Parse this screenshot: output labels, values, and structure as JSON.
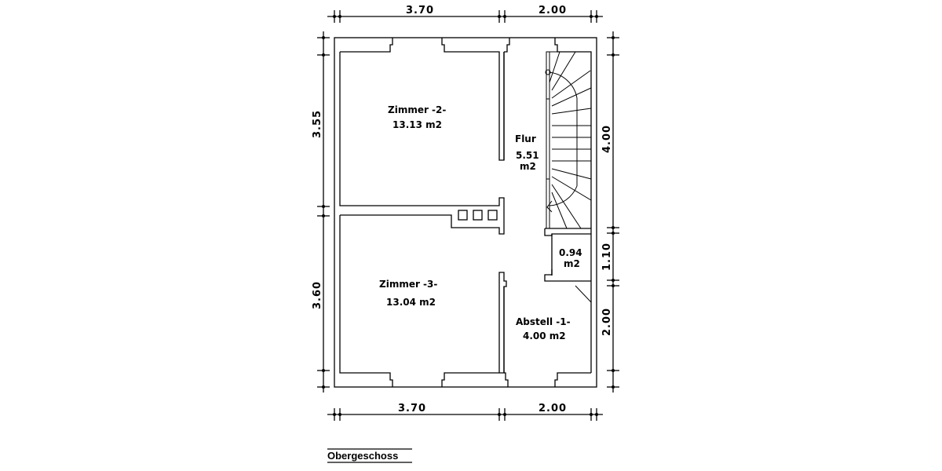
{
  "plan": {
    "title": "Obergeschoss",
    "dimensions": {
      "top": [
        "3.70",
        "2.00"
      ],
      "bottom": [
        "3.70",
        "2.00"
      ],
      "left": [
        "3.55",
        "3.60"
      ],
      "right": [
        "4.00",
        "1.10",
        "2.00"
      ]
    },
    "rooms": [
      {
        "name": "Zimmer -2-",
        "area": "13.13 m2"
      },
      {
        "name": "Zimmer -3-",
        "area": "13.04 m2"
      },
      {
        "name": "Flur",
        "area_value": "5.51",
        "area_unit": "m2"
      },
      {
        "name": "",
        "area_value": "0.94",
        "area_unit": "m2"
      },
      {
        "name": "Abstell -1-",
        "area": "4.00 m2"
      }
    ]
  }
}
